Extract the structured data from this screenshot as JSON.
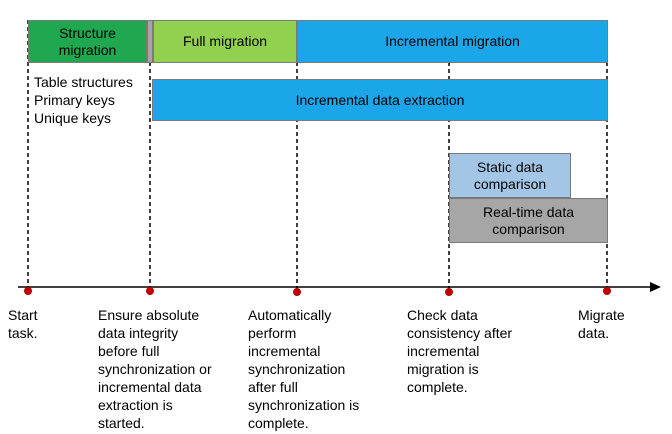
{
  "phases": {
    "structure": {
      "label": "Structure\nmigration",
      "color": "#1fa84f"
    },
    "gap": {
      "color": "#a6a6a6"
    },
    "full": {
      "label": "Full migration",
      "color": "#92d050"
    },
    "incremental": {
      "label": "Incremental migration",
      "color": "#1aa6e8"
    }
  },
  "structure_items": "Table structures\nPrimary keys\nUnique keys",
  "extraction": {
    "label": "Incremental data extraction",
    "color": "#1aa6e8"
  },
  "static_compare": {
    "label": "Static data\ncomparison",
    "color": "#a3c6e6"
  },
  "realtime_compare": {
    "label": "Real-time data\ncomparison",
    "color": "#a6a6a6"
  },
  "milestones": [
    {
      "label": "Start\ntask."
    },
    {
      "label": "Ensure absolute\ndata integrity\nbefore full\nsynchronization or\nincremental data\nextraction is\nstarted."
    },
    {
      "label": "Automatically\nperform\nincremental\nsynchronization\nafter full\nsynchronization is\ncomplete."
    },
    {
      "label": "Check data\nconsistency after\nincremental\nmigration is\ncomplete."
    },
    {
      "label": "Migrate\ndata."
    }
  ],
  "colors": {
    "axis": "#000000",
    "dot": "#c00000"
  }
}
